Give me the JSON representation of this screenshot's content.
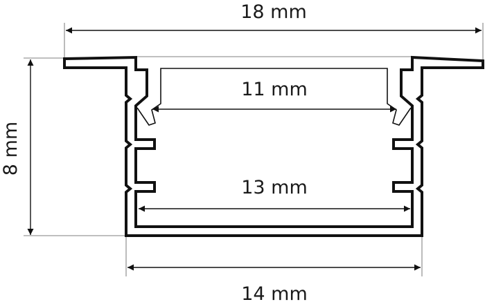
{
  "diagram": {
    "type": "aluminium profile cross-section",
    "dimensions": {
      "overall_width": "18 mm",
      "height": "8 mm",
      "inner_opening": "11 mm",
      "inner_width": "13 mm",
      "body_width": "14 mm"
    },
    "colors": {
      "stroke": "#111111",
      "background": "#ffffff"
    }
  }
}
